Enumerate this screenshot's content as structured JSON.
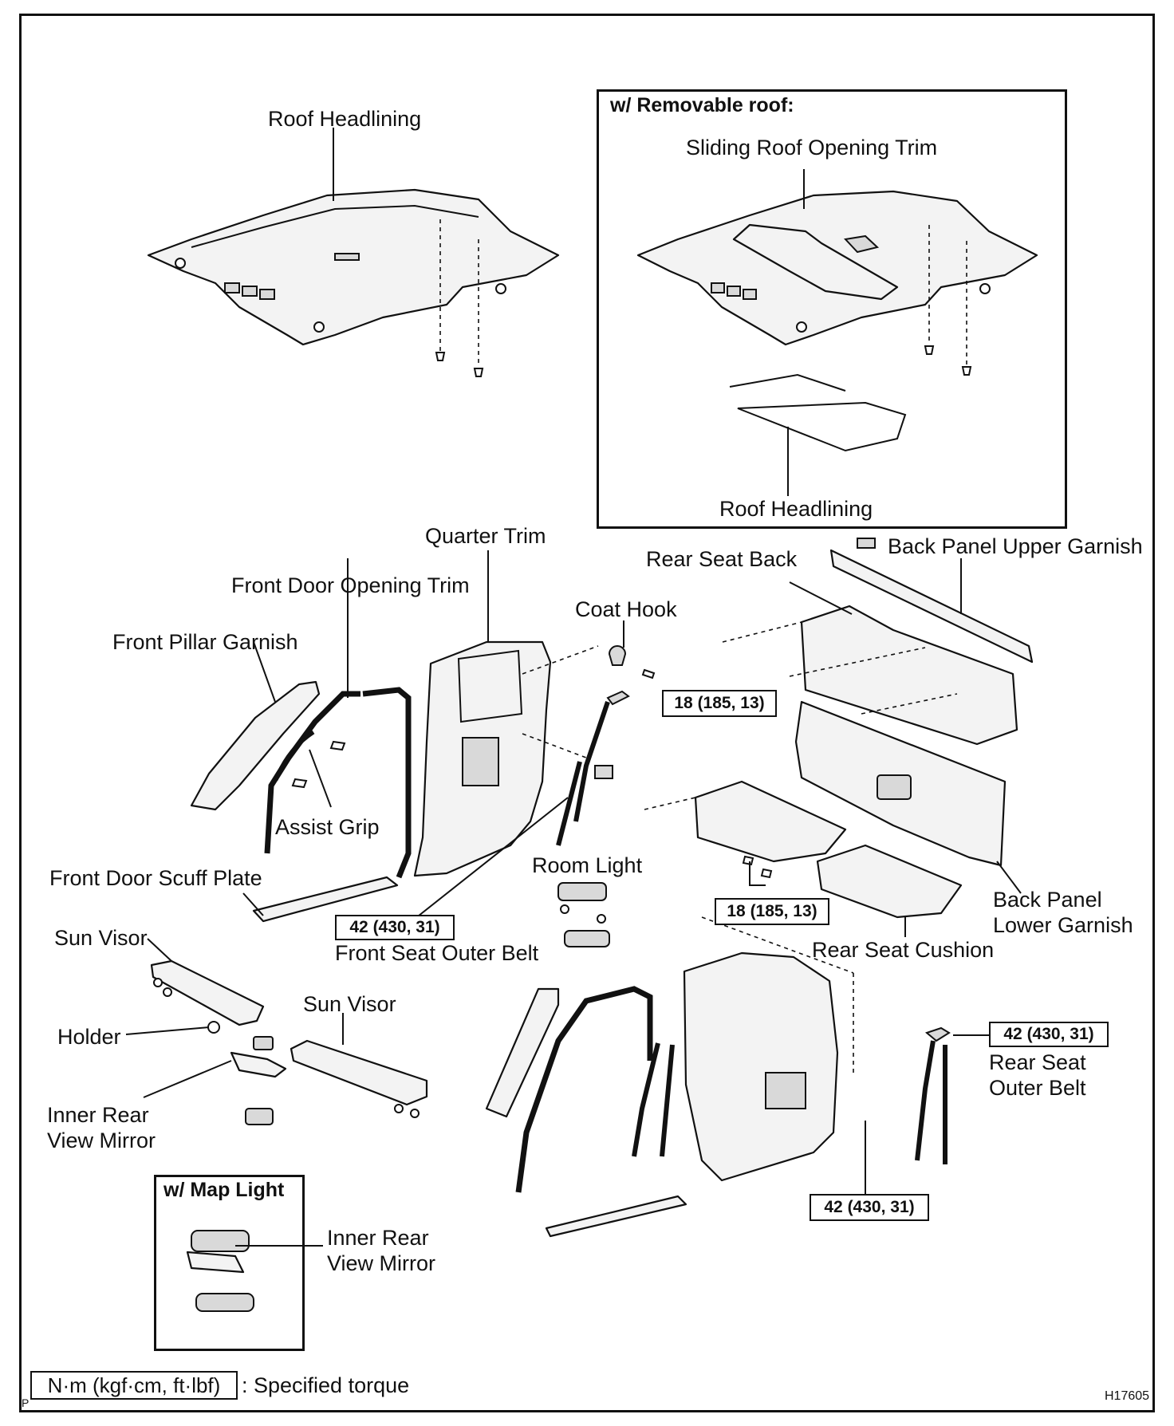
{
  "diagram": {
    "labels": {
      "roof_headlining_main": "Roof Headlining",
      "removable_roof_title": "w/ Removable roof:",
      "sliding_roof_opening_trim": "Sliding Roof Opening Trim",
      "roof_headlining_inset": "Roof Headlining",
      "quarter_trim": "Quarter Trim",
      "front_door_opening_trim": "Front Door Opening Trim",
      "front_pillar_garnish": "Front Pillar Garnish",
      "coat_hook": "Coat Hook",
      "rear_seat_back": "Rear Seat Back",
      "back_panel_upper_garnish": "Back Panel Upper Garnish",
      "assist_grip": "Assist Grip",
      "front_door_scuff_plate": "Front Door Scuff Plate",
      "room_light": "Room Light",
      "back_panel_lower_garnish": "Back Panel\nLower Garnish",
      "front_seat_outer_belt": "Front Seat Outer Belt",
      "rear_seat_cushion": "Rear Seat Cushion",
      "sun_visor_left": "Sun Visor",
      "sun_visor_right": "Sun Visor",
      "holder": "Holder",
      "inner_rear_view_mirror": "Inner Rear\nView Mirror",
      "map_light_title": "w/ Map Light",
      "inner_rear_view_mirror_map": "Inner Rear\nView Mirror",
      "rear_seat_outer_belt": "Rear Seat\nOuter Belt"
    },
    "torque": {
      "seat_back_bolt": "18 (185, 13)",
      "seat_cushion_bolt": "18 (185, 13)",
      "front_belt": "42 (430, 31)",
      "rear_belt_upper": "42 (430, 31)",
      "rear_belt_lower": "42 (430, 31)"
    },
    "legend": {
      "unit_box": "N·m (kgf·cm, ft·lbf)",
      "text": ": Specified torque"
    },
    "figure_code": "H17605",
    "corner_mark": "P"
  }
}
